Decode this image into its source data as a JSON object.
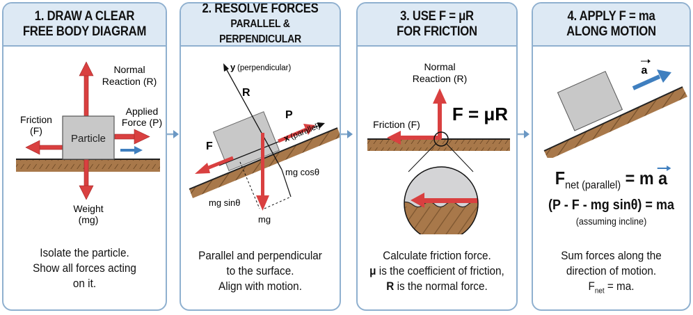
{
  "colors": {
    "panel_border": "#8fb0cf",
    "header_bg": "#dde9f4",
    "force_red": "#d94040",
    "motion_blue": "#3f7fbf",
    "ground_brown": "#a8784a",
    "block_gray": "#c8c8c8"
  },
  "steps": [
    {
      "title_line1": "1. DRAW A CLEAR",
      "title_line2": "FREE BODY DIAGRAM",
      "labels": {
        "normal": "Normal",
        "reaction": "Reaction (R)",
        "applied": "Applied",
        "force_p": "Force (P)",
        "friction": "Friction",
        "friction_f": "(F)",
        "particle": "Particle",
        "weight": "Weight",
        "weight_mg": "(mg)"
      },
      "caption": [
        "Isolate the particle.",
        "Show all forces acting",
        "on it."
      ]
    },
    {
      "title_line1": "2. RESOLVE FORCES",
      "title_line2": "PARALLEL & PERPENDICULAR",
      "labels": {
        "y_axis": "y",
        "y_axis_desc": "(perpendicular)",
        "x_axis": "x",
        "x_axis_desc": "(parallel)",
        "r": "R",
        "p": "P",
        "f": "F",
        "mg_cos": "mg cosθ",
        "mg_sin": "mg sinθ",
        "mg": "mg"
      },
      "caption": [
        "Parallel and perpendicular",
        "to the surface.",
        "Align with motion."
      ]
    },
    {
      "title_line1": "3. USE F = μR",
      "title_line2": "FOR FRICTION",
      "labels": {
        "normal": "Normal",
        "reaction": "Reaction (R)",
        "friction": "Friction (F)",
        "formula": "F = μR"
      },
      "caption_line1": "Calculate friction force.",
      "caption_mu": "μ",
      "caption_line2_rest": " is the coefficient of friction,",
      "caption_r": "R",
      "caption_line3_rest": " is the normal force."
    },
    {
      "title_line1": "4. APPLY F = ma",
      "title_line2": "ALONG MOTION",
      "labels": {
        "accel": "a",
        "fnet_f": "F",
        "fnet_sub": "net (parallel)",
        "fnet_rhs": "= m",
        "fnet_a": "a",
        "equation": "(P - F - mg sinθ) = ma",
        "assumption": "(assuming incline)"
      },
      "caption_line1": "Sum forces along the",
      "caption_line2": "direction of motion.",
      "caption_f": "F",
      "caption_sub": "net",
      "caption_rest": " = ma."
    }
  ]
}
